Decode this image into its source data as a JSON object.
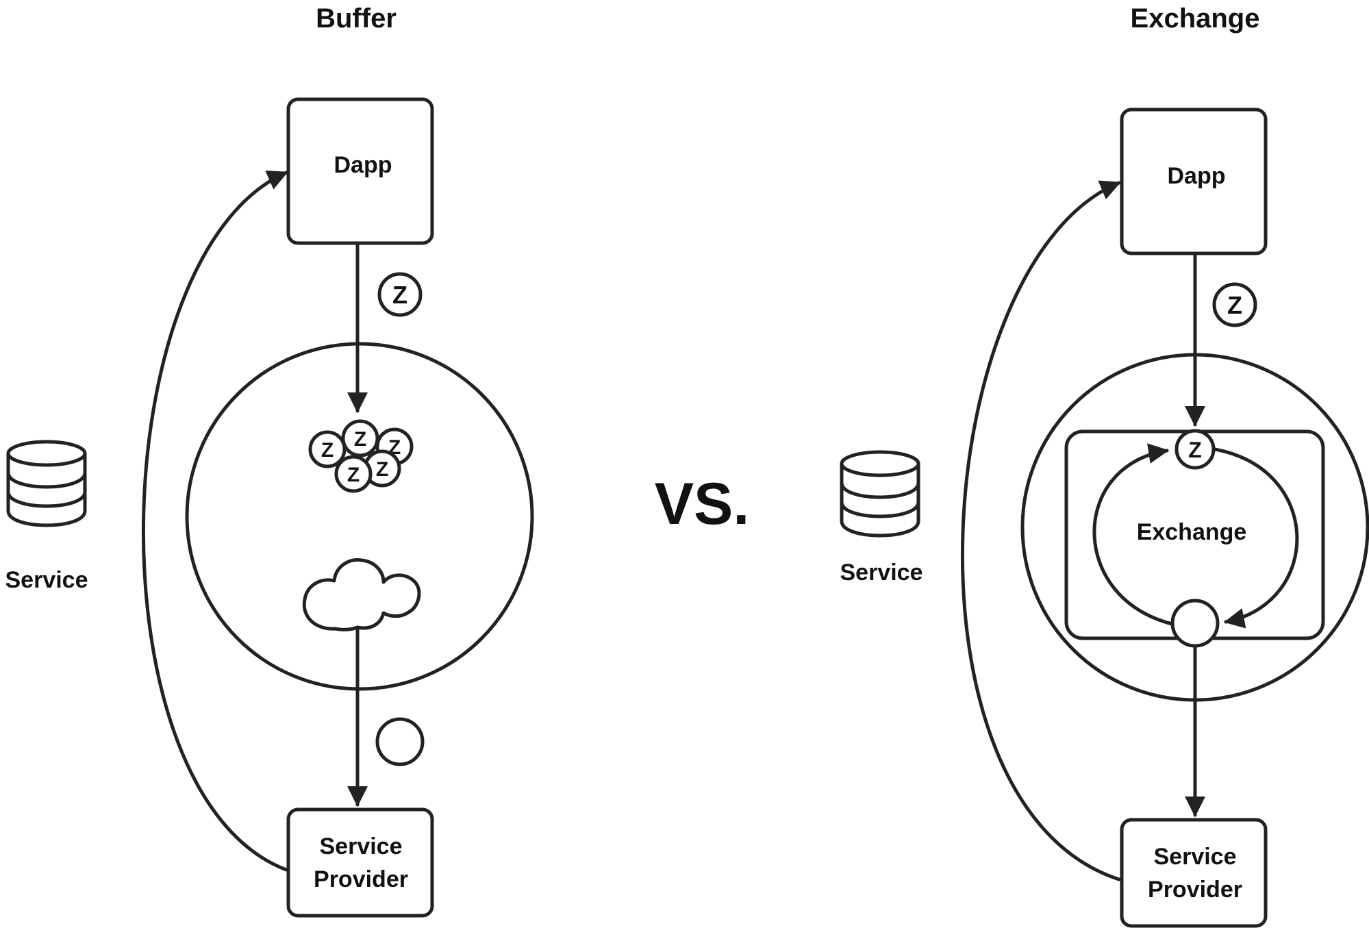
{
  "left_panel": {
    "title": "Buffer",
    "dapp_label": "Dapp",
    "service_label": "Service",
    "provider_label_line1": "Service",
    "provider_label_line2": "Provider"
  },
  "right_panel": {
    "title": "Exchange",
    "dapp_label": "Dapp",
    "service_label": "Service",
    "exchange_label": "Exchange",
    "provider_label_line1": "Service",
    "provider_label_line2": "Provider"
  },
  "center": {
    "vs_label": "VS."
  },
  "token": {
    "glyph": "Z",
    "icon": "zap-token-icon"
  },
  "icons": {
    "service": "database-icon",
    "buffer_pool": "cloud-icon",
    "output_token": "blank-token-icon"
  }
}
